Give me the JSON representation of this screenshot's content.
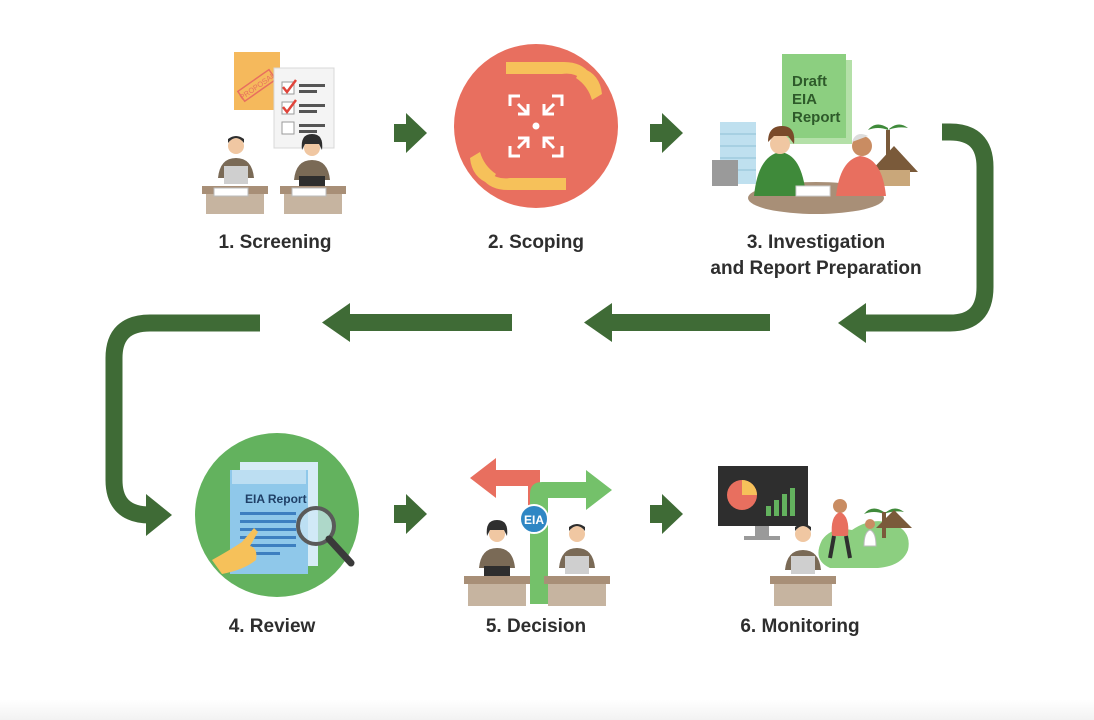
{
  "steps": [
    {
      "number": "1.",
      "label": "Screening",
      "full": "1. Screening",
      "icon": "screening-illustration"
    },
    {
      "number": "2.",
      "label": "Scoping",
      "full": "2. Scoping",
      "icon": "scoping-focus-icon"
    },
    {
      "number": "3.",
      "label": "Investigation and Report Preparation",
      "line1": "3. Investigation",
      "line2": "and Report Preparation",
      "icon": "report-preparation-illustration"
    },
    {
      "number": "4.",
      "label": "Review",
      "full": "4. Review",
      "icon": "review-magnifier-icon"
    },
    {
      "number": "5.",
      "label": "Decision",
      "full": "5. Decision",
      "icon": "decision-arrows-icon"
    },
    {
      "number": "6.",
      "label": "Monitoring",
      "full": "6. Monitoring",
      "icon": "monitoring-dashboard-icon"
    }
  ],
  "documents": {
    "proposal_stamp": "PROPOSAL",
    "draft_report": [
      "Draft",
      "EIA",
      "Report"
    ],
    "review_report": "EIA Report",
    "decision_badge": "EIA"
  },
  "colors": {
    "arrow": "#3f6b36",
    "scoping_circle": "#e86f5f",
    "review_circle": "#63b25e",
    "hand": "#f6c15a",
    "desk": "#a88f77",
    "shirt": "#7a6a56",
    "draft_paper": "#8ccf80",
    "decision_red": "#e86f5f",
    "decision_green": "#74c16a",
    "decision_blue": "#2f87c4"
  }
}
